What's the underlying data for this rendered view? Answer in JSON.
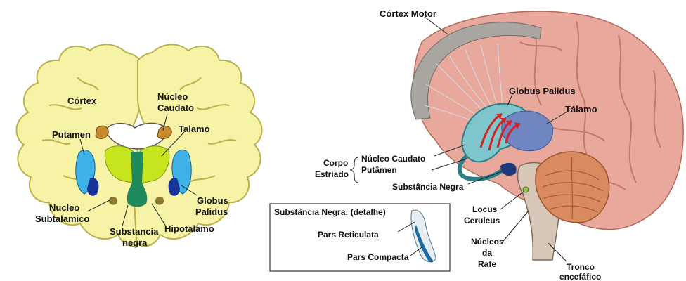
{
  "coronal": {
    "labels": {
      "cortex": "Córtex",
      "nucleo_caudato_1": "Núcleo",
      "nucleo_caudato_2": "Caudato",
      "talamo": "Talamo",
      "putamen": "Putamen",
      "globus_1": "Globus",
      "globus_2": "Palidus",
      "subtalamico_1": "Nucleo",
      "subtalamico_2": "Subtalamico",
      "substancia_1": "Substancia",
      "substancia_2": "negra",
      "hipotalamo": "Hipotalamo"
    }
  },
  "sagittal": {
    "labels": {
      "cortex_motor": "Córtex Motor",
      "globus_palidus": "Globus Palidus",
      "talamo": "Tálamo",
      "corpo_1": "Corpo",
      "corpo_2": "Estriado",
      "nucleo_caudato": "Núcleo Caudato",
      "putamen": "Putâmen",
      "substancia_negra": "Substância Negra",
      "locus_1": "Locus",
      "locus_2": "Ceruleus",
      "nucleos_1": "Núcleos",
      "nucleos_2": "da",
      "nucleos_3": "Rafe",
      "tronco_1": "Tronco",
      "tronco_2": "encefáfico"
    }
  },
  "detail_box": {
    "title": "Substância Negra: (detalhe)",
    "pars_reticulata": "Pars Reticulata",
    "pars_compacta": "Pars Compacta"
  },
  "colors": {
    "cortex_yellow": "#f6f3a6",
    "cortex_outline": "#b9b24a",
    "putamen_blue": "#3fb3e8",
    "globus_dark_blue": "#17349a",
    "talamo_green": "#c6e51e",
    "brainstem_green": "#1f8a5c",
    "caudate_brown": "#c98a2e",
    "brain_pink": "#e8a99c",
    "cerebellum_orange": "#d98a5f"
  }
}
